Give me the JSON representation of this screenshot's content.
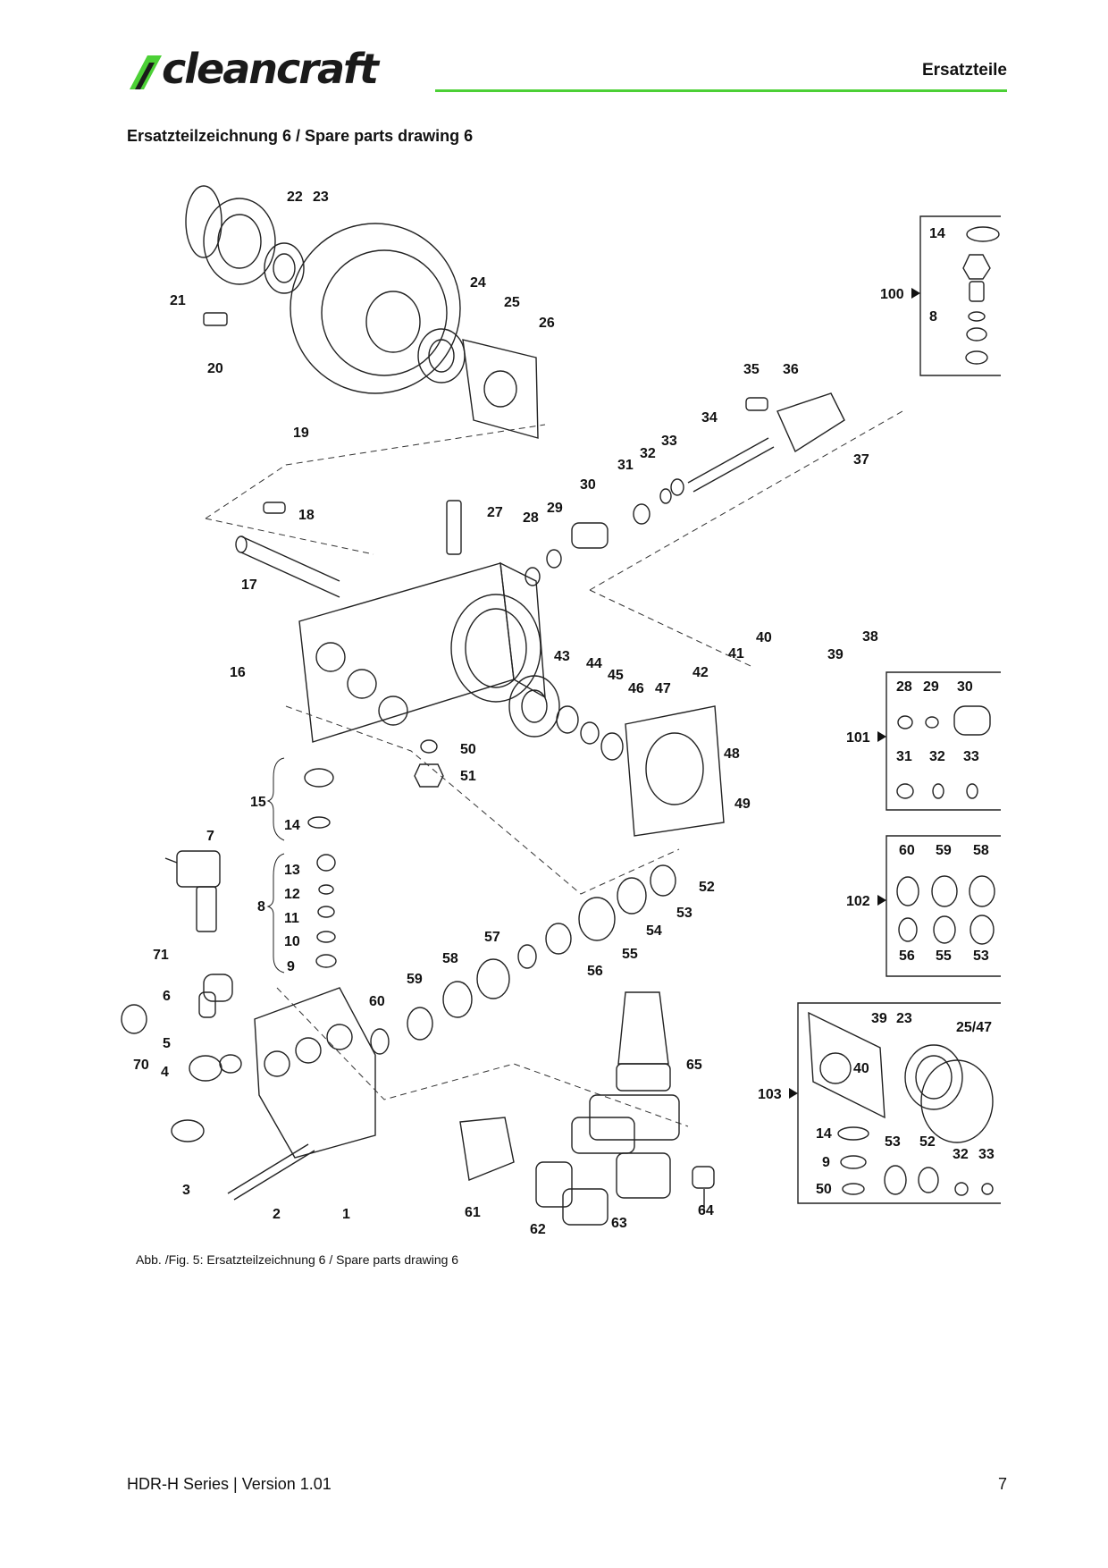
{
  "header": {
    "brand": "cleancraft",
    "section": "Ersatzteile",
    "accent_color": "#4cd036"
  },
  "page": {
    "heading": "Ersatzteilzeichnung 6 / Spare parts drawing 6",
    "caption": "Abb. /Fig. 5: Ersatzteilzeichnung 6 / Spare parts drawing 6"
  },
  "drawing": {
    "part_numbers": [
      "1",
      "2",
      "3",
      "4",
      "5",
      "6",
      "7",
      "8",
      "9",
      "10",
      "11",
      "12",
      "13",
      "14",
      "15",
      "16",
      "17",
      "18",
      "19",
      "20",
      "21",
      "22",
      "23",
      "24",
      "25",
      "26",
      "27",
      "28",
      "29",
      "30",
      "31",
      "32",
      "33",
      "34",
      "35",
      "36",
      "37",
      "38",
      "39",
      "40",
      "41",
      "42",
      "43",
      "44",
      "45",
      "46",
      "47",
      "48",
      "49",
      "50",
      "51",
      "52",
      "53",
      "54",
      "55",
      "56",
      "57",
      "58",
      "59",
      "60",
      "61",
      "62",
      "63",
      "64",
      "65",
      "70",
      "71"
    ],
    "kits": {
      "k100": {
        "label": "100",
        "parts": [
          "14",
          "8"
        ]
      },
      "k101": {
        "label": "101",
        "parts": [
          "28",
          "29",
          "30",
          "31",
          "32",
          "33"
        ]
      },
      "k102": {
        "label": "102",
        "parts": [
          "60",
          "59",
          "58",
          "56",
          "55",
          "53"
        ]
      },
      "k103": {
        "label": "103",
        "parts": [
          "39",
          "23",
          "25/47",
          "40",
          "14",
          "9",
          "50",
          "53",
          "52",
          "32",
          "33"
        ]
      }
    }
  },
  "footer": {
    "doc": "HDR-H Series | Version 1.01",
    "page_number": "7"
  }
}
